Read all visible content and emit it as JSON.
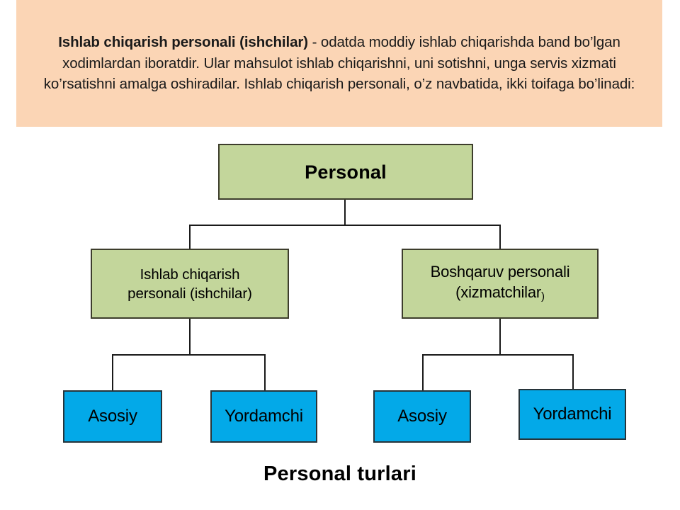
{
  "header": {
    "description_bold": "Ishlab chiqarish personali (ishchilar)",
    "description_rest": " - odatda moddiy ishlab chiqarishda band bo’lgan xodimlardan iboratdir. Ular mahsulot ishlab chiqarishni, uni sotishni, unga servis xizmati ko’rsatishni amalga oshiradilar. Ishlab chiqarish personali, o’z navbatida, ikki toifaga bo’linadi:",
    "background_color": "#fbd5b5"
  },
  "diagram": {
    "root": {
      "label": "Personal",
      "fill": "#c3d69b"
    },
    "level2": [
      {
        "label": "Ishlab chiqarish personali (ishchilar)",
        "line1": "Ishlab chiqarish",
        "line2": "personali (ishchilar)",
        "fill": "#c3d69b"
      },
      {
        "label": "Boshqaruv personali (xizmatchilar)",
        "line1": "Boshqaruv personali",
        "line2_main": "(xizmatchilar",
        "line2_paren": ")",
        "fill": "#c3d69b"
      }
    ],
    "level3": [
      {
        "label": "Asosiy",
        "fill": "#03a9e8",
        "parent": "Ishlab chiqarish personali (ishchilar)"
      },
      {
        "label": "Yordamchi",
        "fill": "#03a9e8",
        "parent": "Ishlab chiqarish personali (ishchilar)"
      },
      {
        "label": "Asosiy",
        "fill": "#03a9e8",
        "parent": "Boshqaruv personali (xizmatchilar)"
      },
      {
        "label": "Yordamchi",
        "fill": "#03a9e8",
        "parent": "Boshqaruv personali (xizmatchilar)"
      }
    ],
    "connector_color": "#1a1a1a",
    "border_color": "#3d3d2c"
  },
  "caption": "Personal turlari"
}
